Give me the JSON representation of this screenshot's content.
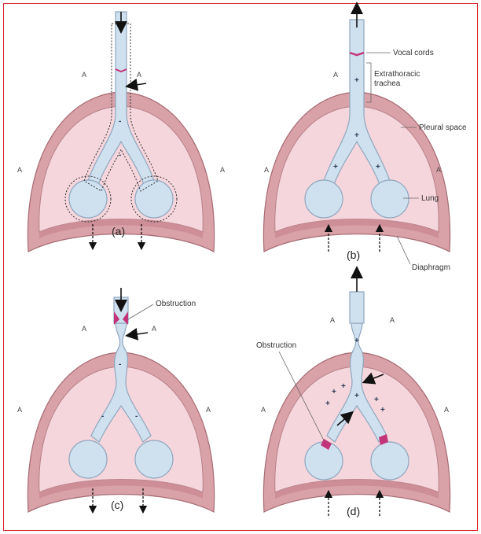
{
  "labels": {
    "vocal_cords": "Vocal cords",
    "extrathoracic_1": "Extrathoracic",
    "extrathoracic_2": "trachea",
    "pleural_space": "Pleural space",
    "lung": "Lung",
    "diaphragm": "Diaphragm",
    "obstruction_c": "Obstruction",
    "obstruction_d": "Obstruction"
  },
  "panels": {
    "a": "(a)",
    "b": "(b)",
    "c": "(c)",
    "d": "(d)"
  },
  "atmosphere_symbol": "A",
  "pressure": {
    "negative": "-",
    "positive": "+"
  },
  "colors": {
    "frame": "#d8232a",
    "chest_wall": "#d9a1a8",
    "pleural_interior": "#f5d6dc",
    "airway": "#cfe0ef",
    "airway_stroke": "#8fa7bf",
    "obstruction": "#c2337a"
  }
}
